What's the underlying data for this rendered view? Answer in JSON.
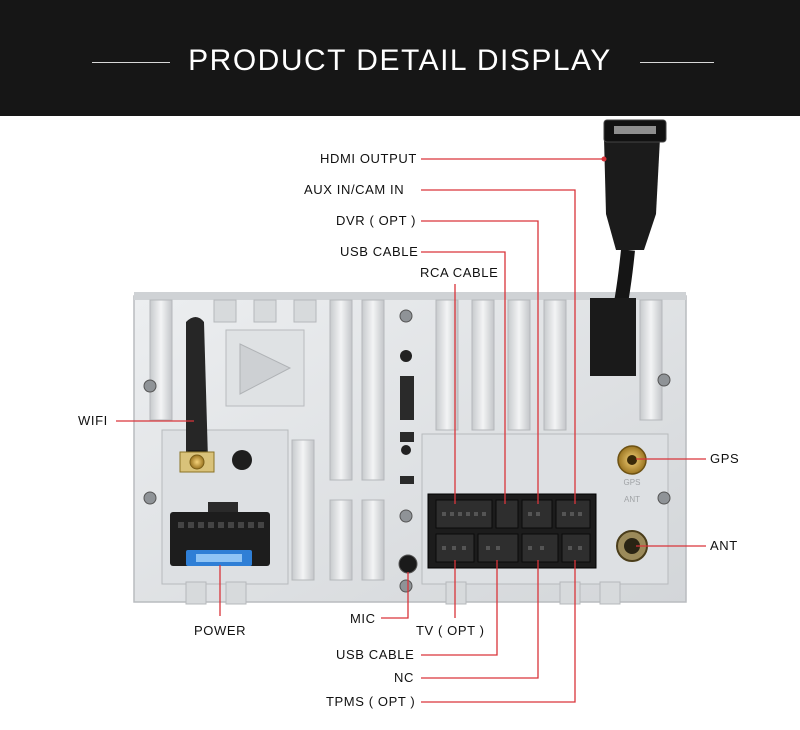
{
  "header": {
    "title": "PRODUCT DETAIL DISPLAY"
  },
  "labels": {
    "hdmi_output": "HDMI OUTPUT",
    "aux_in_cam_in": "AUX  IN/CAM  IN",
    "dvr_opt": "DVR ( OPT )",
    "usb_cable_top": "USB  CABLE",
    "rca_cable": "RCA CABLE",
    "wifi": "WIFI",
    "gps": "GPS",
    "ant": "ANT",
    "power": "POWER",
    "mic": "MIC",
    "tv_opt": "TV ( OPT )",
    "usb_cable_bottom": "USB  CABLE",
    "nc": "NC",
    "tpms_opt": "TPMS ( OPT )"
  },
  "unit_markings": {
    "gps_port": "GPS",
    "ant_port": "ANT"
  },
  "colors": {
    "banner": "#161616",
    "leader_line": "#d9343a",
    "chassis": "#e3e5e7",
    "fuse": "#2f7fd6"
  }
}
